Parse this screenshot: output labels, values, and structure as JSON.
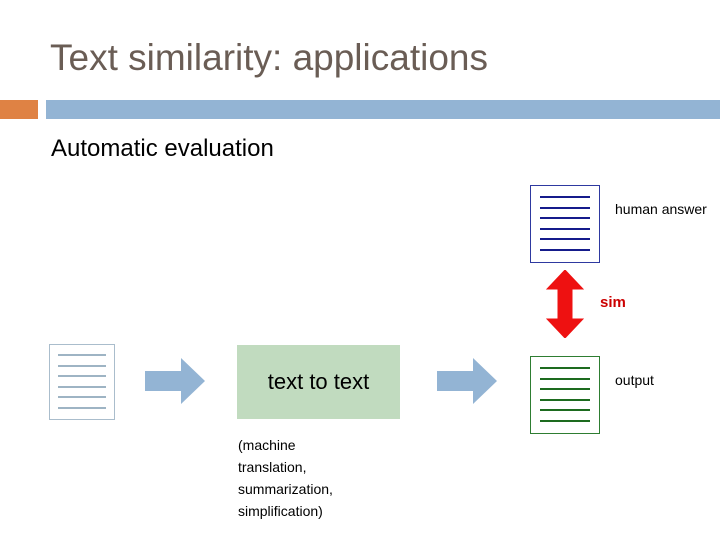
{
  "slide": {
    "title": "Text similarity: applications",
    "subtitle": "Automatic evaluation",
    "title_color": "#6a5d55",
    "accent_color": "#df8244",
    "rule_color": "#93b4d4"
  },
  "diagram": {
    "process_box": {
      "label": "text to text",
      "fill_color": "#c1dbbf"
    },
    "caption_lines": [
      "(machine",
      "translation,",
      "summarization,",
      "simplification)"
    ],
    "documents": [
      {
        "id": "input",
        "name": "input-document",
        "label": "",
        "line_count": 6,
        "line_color": "#9eb4c4",
        "border_color": "#aabdcc"
      },
      {
        "id": "human",
        "name": "human-answer-document",
        "label": "human answer",
        "line_count": 6,
        "line_color": "#151b8b",
        "border_color": "#2e39a0"
      },
      {
        "id": "output",
        "name": "output-document",
        "label": "output",
        "line_count": 6,
        "line_color": "#1d6b1f",
        "border_color": "#2e7d32"
      }
    ],
    "arrows": [
      {
        "id": "arrow-1",
        "direction": "right",
        "color": "#93b4d4"
      },
      {
        "id": "arrow-2",
        "direction": "right",
        "color": "#93b4d4"
      },
      {
        "id": "arrow-sim",
        "direction": "double-vertical",
        "color": "#ee1111",
        "label": "sim",
        "label_color": "#cc0000"
      }
    ]
  }
}
